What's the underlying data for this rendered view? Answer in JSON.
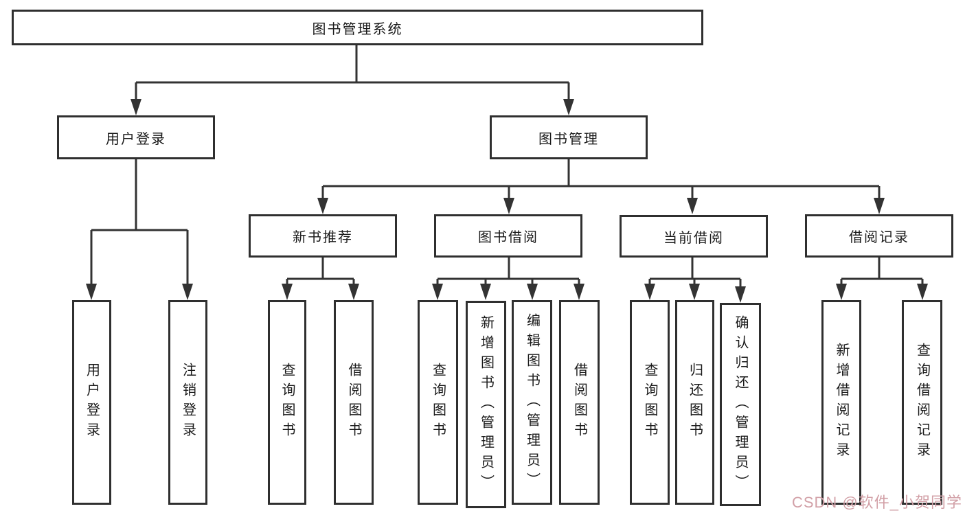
{
  "tree": {
    "label": "图书管理系统",
    "children": [
      {
        "label": "用户登录",
        "children": [
          {
            "label": "用户登录"
          },
          {
            "label": "注销登录"
          }
        ]
      },
      {
        "label": "图书管理",
        "children": [
          {
            "label": "新书推荐",
            "children": [
              {
                "label": "查询图书"
              },
              {
                "label": "借阅图书"
              }
            ]
          },
          {
            "label": "图书借阅",
            "children": [
              {
                "label": "查询图书"
              },
              {
                "label": "新增图书（管理员）"
              },
              {
                "label": "编辑图书（管理员）"
              },
              {
                "label": "借阅图书"
              }
            ]
          },
          {
            "label": "当前借阅",
            "children": [
              {
                "label": "查询图书"
              },
              {
                "label": "归还图书"
              },
              {
                "label": "确认归还（管理员）"
              }
            ]
          },
          {
            "label": "借阅记录",
            "children": [
              {
                "label": "新增借阅记录"
              },
              {
                "label": "查询借阅记录"
              }
            ]
          }
        ]
      }
    ]
  },
  "watermark": {
    "text": "CSDN @软件_小贺同学"
  },
  "colors": {
    "line": "#333333",
    "box_border": "#2f2f2f",
    "box_fill": "#ffffff",
    "text": "#1a1a1a",
    "watermark": "#d2a0a7"
  }
}
